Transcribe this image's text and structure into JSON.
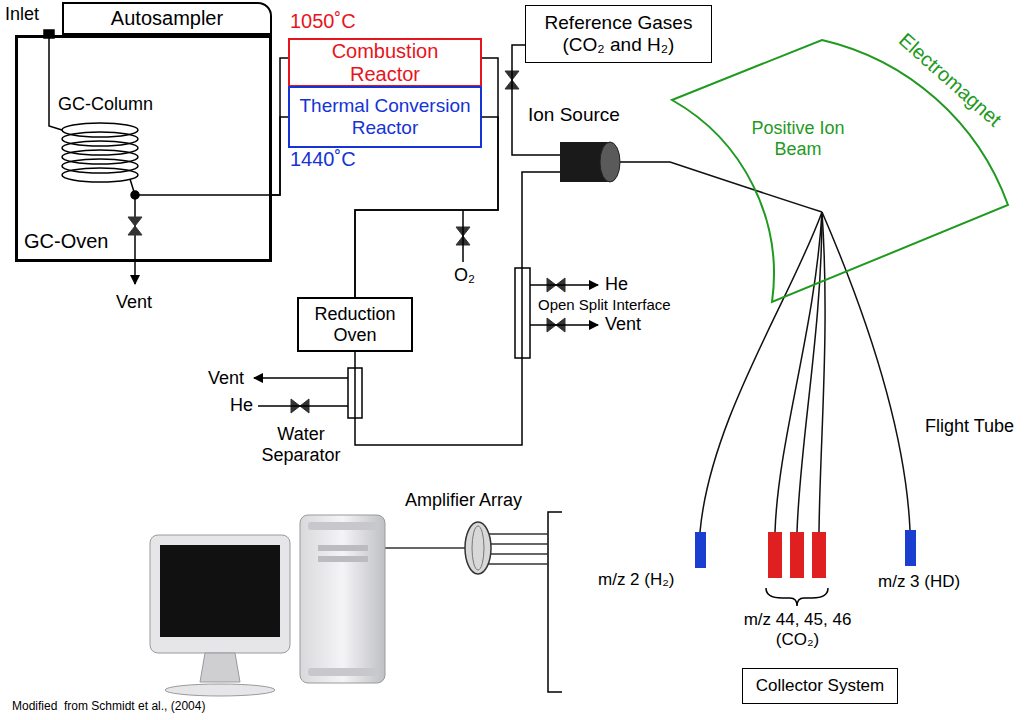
{
  "diagram": {
    "nodes": [
      {
        "text": [
          "Autosampler"
        ]
      },
      {
        "text": [
          "GC-Oven"
        ]
      },
      {
        "text": [
          "1050˚C",
          "Combustion Reactor"
        ]
      },
      {
        "text": [
          "Thermal Conversion Reactor",
          "1440˚C"
        ]
      },
      {
        "text": [
          "Reference Gases (CO₂ and H₂)"
        ]
      },
      {
        "text": [
          "Ion Source"
        ]
      },
      {
        "text": [
          "Electromagnet",
          "Positive Ion Beam"
        ]
      },
      {
        "text": [
          "Reduction Oven"
        ]
      },
      {
        "text": [
          "Collector System"
        ]
      }
    ],
    "edges": [
      {
        "from": 1,
        "to": 2,
        "arrow": "none"
      },
      {
        "from": 1,
        "to": 3,
        "arrow": "none"
      },
      {
        "from": 2,
        "to": 7,
        "arrow": "none"
      },
      {
        "from": 3,
        "to": 7,
        "arrow": "none"
      },
      {
        "from": 7,
        "to": 5,
        "arrow": "none"
      },
      {
        "from": 4,
        "to": 5,
        "arrow": "none"
      },
      {
        "from": 5,
        "to": 6,
        "arrow": "none"
      }
    ],
    "labels": [
      "Inlet",
      "GC-Column",
      "Vent",
      "O₂",
      "Vent",
      "He",
      "Water Separator",
      "Open Split Interface",
      "He",
      "Vent",
      "Flight Tube",
      "Amplifier Array",
      "m/z 2 (H₂)",
      "m/z 44, 45, 46 (CO₂)",
      "m/z 3 (HD)",
      "Modified  from Schmidt et al., (2004)"
    ]
  }
}
